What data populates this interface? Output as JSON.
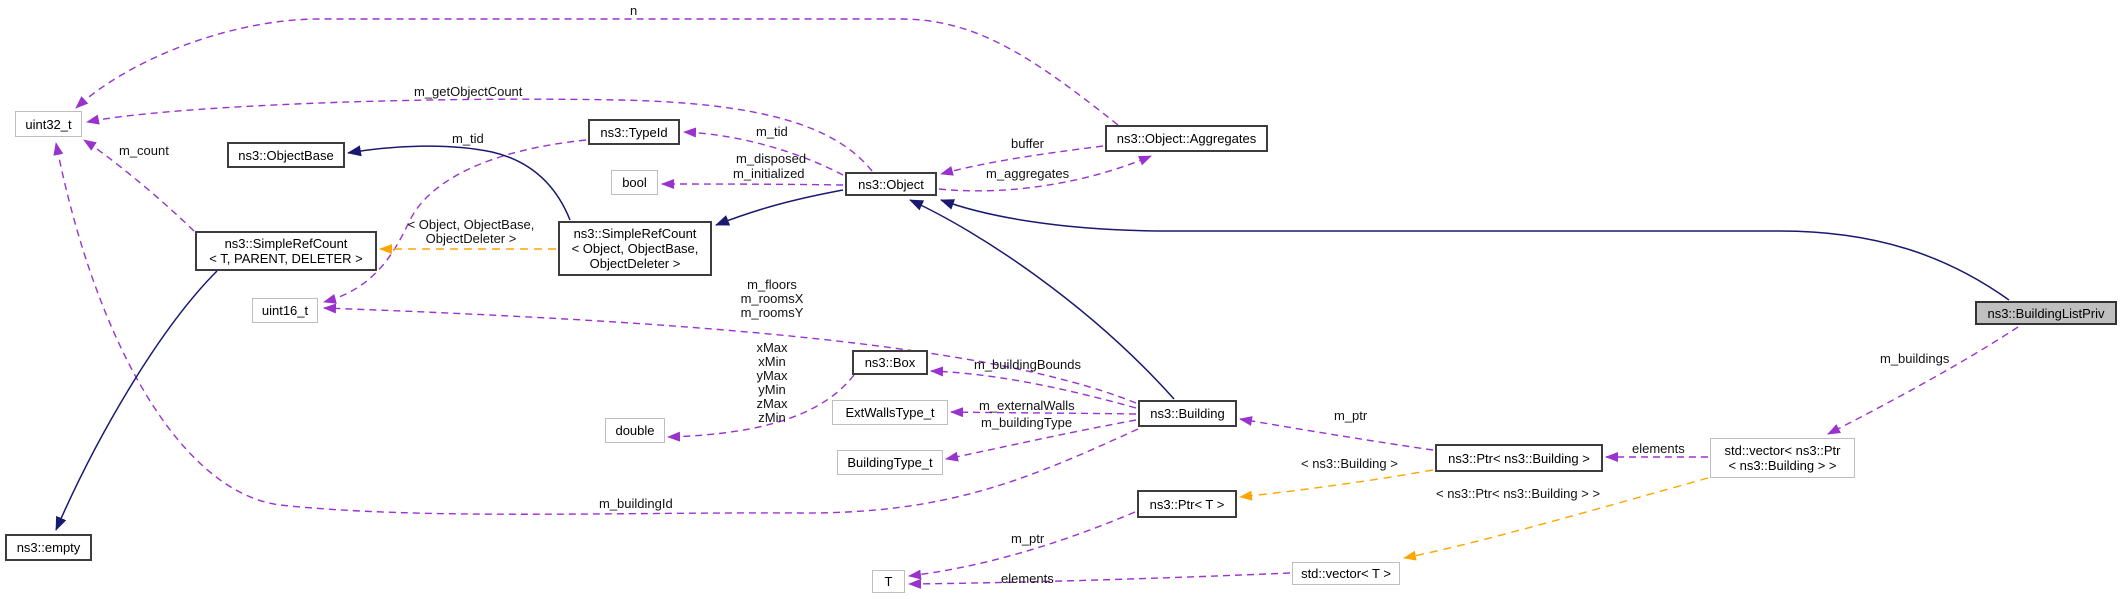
{
  "diagram": {
    "kind": "doxygen-collaboration-graph",
    "main_class": "ns3::BuildingListPriv"
  },
  "colors": {
    "member_edge": "#9a32cd",
    "template_edge": "#ffa500",
    "inheritance_edge": "#191970",
    "main_node_fill": "#bfbfbf",
    "class_border": "#3c3c3c",
    "external_border": "#bebebe"
  },
  "nodes": {
    "uint32_t": {
      "label": "uint32_t"
    },
    "object_base": {
      "label": "ns3::ObjectBase"
    },
    "type_id": {
      "label": "ns3::TypeId"
    },
    "bool": {
      "label": "bool"
    },
    "object": {
      "label": "ns3::Object"
    },
    "aggregates": {
      "label": "ns3::Object::Aggregates"
    },
    "simple_ref_count_tpl": {
      "lines": [
        "ns3::SimpleRefCount",
        "< T, PARENT, DELETER >"
      ]
    },
    "simple_ref_count_obj": {
      "lines": [
        "ns3::SimpleRefCount",
        "< Object, ObjectBase,",
        "ObjectDeleter >"
      ]
    },
    "uint16_t": {
      "label": "uint16_t"
    },
    "box": {
      "label": "ns3::Box"
    },
    "ext_walls_type": {
      "label": "ExtWallsType_t"
    },
    "building_type": {
      "label": "BuildingType_t"
    },
    "double": {
      "label": "double"
    },
    "building": {
      "label": "ns3::Building"
    },
    "building_list_priv": {
      "label": "ns3::BuildingListPriv"
    },
    "ptr_building": {
      "label": "ns3::Ptr< ns3::Building >"
    },
    "vector_ptr_building": {
      "lines": [
        "std::vector< ns3::Ptr",
        "< ns3::Building > >"
      ]
    },
    "ptr_t": {
      "label": "ns3::Ptr< T >"
    },
    "vector_t": {
      "label": "std::vector< T >"
    },
    "t": {
      "label": "T"
    },
    "empty": {
      "label": "ns3::empty"
    }
  },
  "edge_labels": {
    "n": "n",
    "m_getObjectCount": "m_getObjectCount",
    "m_tid_to_typeid": "m_tid",
    "m_tid_to_uint16": "m_tid",
    "m_disposed": "m_disposed",
    "m_initialized": "m_initialized",
    "buffer": "buffer",
    "m_aggregates": "m_aggregates",
    "m_count": "m_count",
    "tpl_object": {
      "lines": [
        "< Object, ObjectBase,",
        "ObjectDeleter >"
      ]
    },
    "rooms": {
      "lines": [
        "m_floors",
        "m_roomsX",
        "m_roomsY"
      ]
    },
    "box_doubles": {
      "lines": [
        "xMax",
        "xMin",
        "yMax",
        "yMin",
        "zMax",
        "zMin"
      ]
    },
    "m_buildingBounds": "m_buildingBounds",
    "m_externalWalls": "m_externalWalls",
    "m_buildingType": "m_buildingType",
    "m_buildingId": "m_buildingId",
    "m_ptr_building": "m_ptr",
    "tpl_building": "< ns3::Building >",
    "elements_building": "elements",
    "tpl_vector": "< ns3::Ptr< ns3::Building > >",
    "m_buildings": "m_buildings",
    "m_ptr_t": "m_ptr",
    "elements_t": "elements"
  }
}
